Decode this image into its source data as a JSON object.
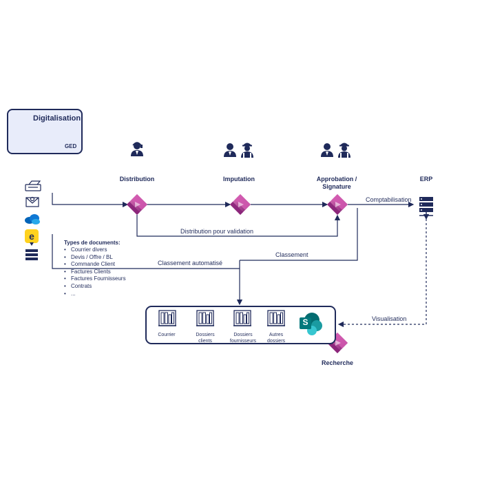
{
  "digitalisation": {
    "title": "Digitalisation",
    "subtitle": "GED"
  },
  "stages": {
    "distribution": "Distribution",
    "imputation": "Imputation",
    "approbation_line1": "Approbation /",
    "approbation_line2": "Signature",
    "erp": "ERP",
    "recherche": "Recherche"
  },
  "flows": {
    "comptabilisation": "Comptabilisation",
    "distribution_validation": "Distribution pour validation",
    "classement_auto": "Classement automatisé",
    "classement": "Classement",
    "visualisation": "Visualisation"
  },
  "doc_types": {
    "title": "Types de documents:",
    "items": [
      "Courrier divers",
      "Devis / Offre / BL",
      "Commande Client",
      "Factures Clients",
      "Factures Fournisseurs",
      "Contrats",
      "..."
    ]
  },
  "repository": {
    "folders": [
      {
        "line1": "Courrier",
        "line2": ""
      },
      {
        "line1": "Dossiers",
        "line2": "clients"
      },
      {
        "line1": "Dossiers",
        "line2": "fournisseurs"
      },
      {
        "line1": "Autres",
        "line2": "dossiers"
      }
    ],
    "sharepoint_letter": "S"
  },
  "sources": [
    "scanner-icon",
    "email-icon",
    "onedrive-icon",
    "e-invoice-icon",
    "server-icon"
  ],
  "colors": {
    "navy": "#1f2a5a",
    "box_fill": "#e8ecfa",
    "powerapps_magenta": "#b52a9c",
    "sharepoint_teal": "#038387"
  }
}
